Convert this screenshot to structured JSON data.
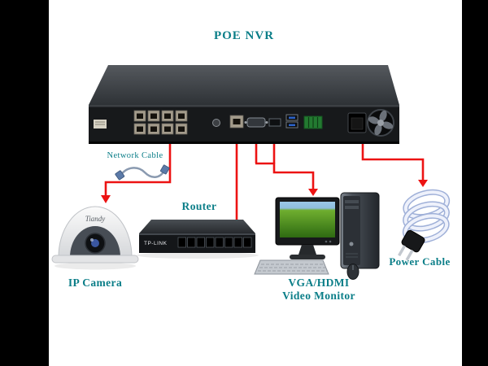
{
  "diagram": {
    "title": "POE NVR",
    "labels": {
      "network_cable": "Network Cable",
      "router": "Router",
      "ip_camera": "IP Camera",
      "monitor_line1": "VGA/HDMI",
      "monitor_line2": "Video Monitor",
      "power_cable": "Power Cable"
    },
    "devices": {
      "camera_brand": "Tiandy",
      "router_brand": "TP-LINK"
    },
    "colors": {
      "label_teal": "#0b7e88",
      "arrow_red": "#ec1313"
    }
  }
}
